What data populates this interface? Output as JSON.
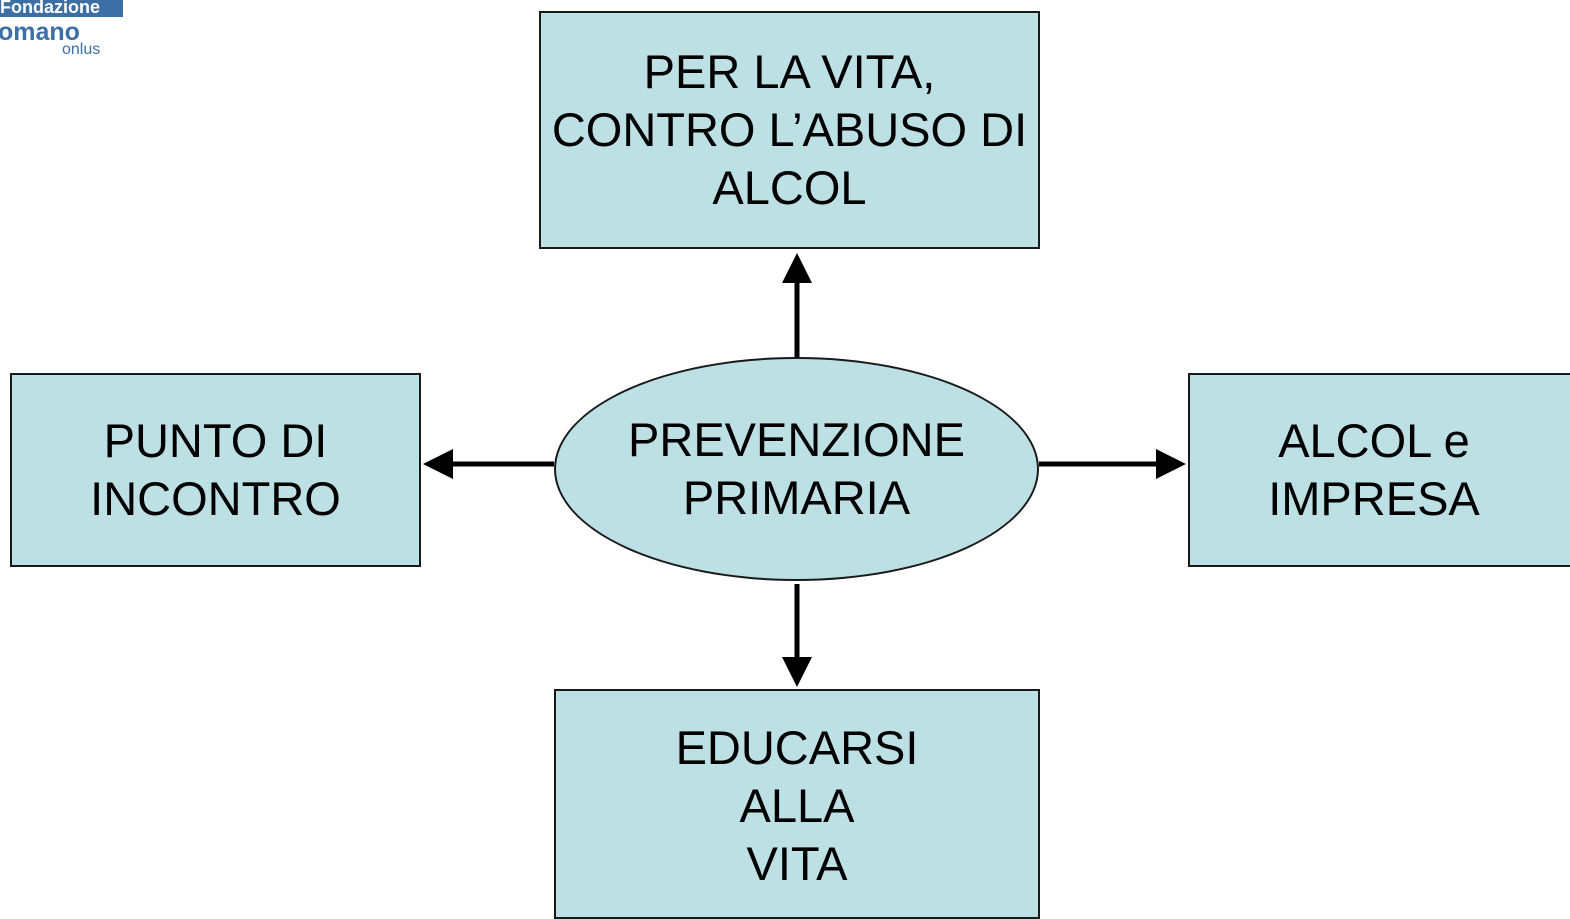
{
  "logo": {
    "line1": "Fondazione",
    "line2": "omano",
    "line3": "onlus"
  },
  "center": {
    "lines": [
      "PREVENZIONE",
      "PRIMARIA"
    ]
  },
  "boxes": {
    "top": {
      "lines": [
        "PER LA VITA,",
        "CONTRO L’ABUSO DI",
        "ALCOL"
      ]
    },
    "left": {
      "lines": [
        "PUNTO DI",
        "INCONTRO"
      ]
    },
    "right": {
      "lines": [
        "ALCOL e",
        "IMPRESA"
      ]
    },
    "bottom": {
      "lines": [
        "EDUCARSI",
        "ALLA",
        "VITA"
      ]
    }
  },
  "colors": {
    "fill": "#bce0e4",
    "stroke": "#1a1a1a",
    "logo_blue": "#3d6fa5"
  }
}
